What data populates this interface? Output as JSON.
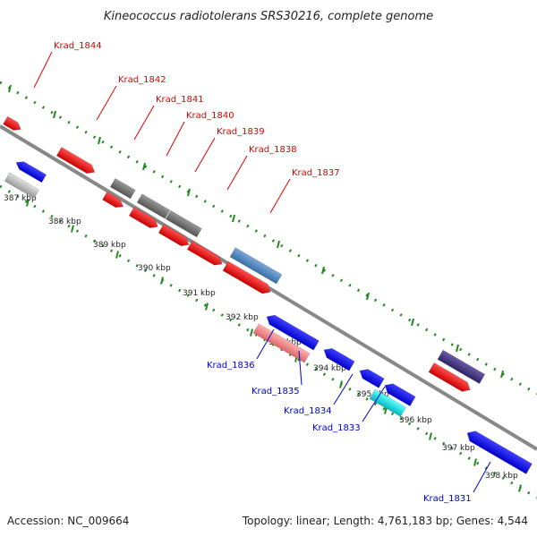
{
  "title": "Kineococcus radiotolerans SRS30216, complete genome",
  "footer": {
    "accession": "Accession: NC_009664",
    "topology": "Topology: linear; Length: 4,761,183 bp; Genes: 4,544"
  },
  "scale_labels": [
    "387 kbp",
    "388 kbp",
    "389 kbp",
    "390 kbp",
    "391 kbp",
    "392 kbp",
    "393 kbp",
    "394 kbp",
    "395 kbp",
    "396 kbp",
    "397 kbp",
    "398 kbp"
  ],
  "top_gene_labels": [
    "Krad_1844",
    "Krad_1842",
    "Krad_1841",
    "Krad_1840",
    "Krad_1839",
    "Krad_1838",
    "Krad_1837"
  ],
  "bottom_gene_labels": [
    "Krad_1836",
    "Krad_1835",
    "Krad_1834",
    "Krad_1833",
    "Krad_1831"
  ],
  "colors": {
    "forward_label": "#dd0000",
    "reverse_label": "#0000cc",
    "backbone": "#888888",
    "scale_dots": "#228822"
  }
}
